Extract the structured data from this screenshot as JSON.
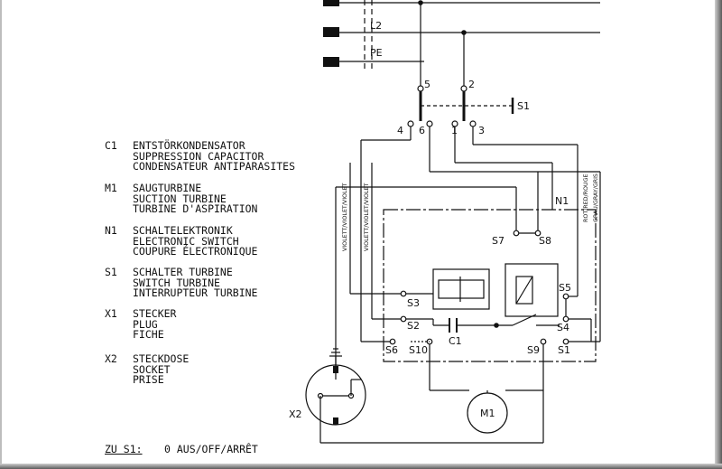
{
  "legend": [
    {
      "code": "C1",
      "lines": [
        "ENTSTÖRKONDENSATOR",
        "SUPPRESSION CAPACITOR",
        "CONDENSATEUR ANTIPARASITES"
      ]
    },
    {
      "code": "M1",
      "lines": [
        "SAUGTURBINE",
        "SUCTION TURBINE",
        "TURBINE D'ASPIRATION"
      ]
    },
    {
      "code": "N1",
      "lines": [
        "SCHALTELEKTRONIK",
        "ELECTRONIC SWITCH",
        "COUPURE ÉLECTRONIQUE"
      ]
    },
    {
      "code": "S1",
      "lines": [
        "SCHALTER TURBINE",
        "SWITCH TURBINE",
        "INTERRUPTEUR TURBINE"
      ]
    },
    {
      "code": "X1",
      "lines": [
        "STECKER",
        "PLUG",
        "FICHE"
      ]
    },
    {
      "code": "X2",
      "lines": [
        "STECKDOSE",
        "SOCKET",
        "PRISE"
      ]
    }
  ],
  "footer": {
    "label": "ZU S1:",
    "value": "0 AUS/OFF/ARRÊT"
  },
  "diagram": {
    "lines": {
      "l2": "L2",
      "pe": "PE"
    },
    "switch": {
      "name": "S1",
      "t5": "5",
      "t2": "2",
      "t4": "4",
      "t6": "6",
      "t1": "1",
      "t3": "3"
    },
    "wires": {
      "violet1": "VIOLETT/VIOLET/VIOLET",
      "violet2": "VIOLETT/VIOLET/VIOLET",
      "red": "ROT/RED/ROUGE",
      "gray": "GRAU/GRAY/GRIS"
    },
    "terminals": {
      "n1": "N1",
      "s7": "S7",
      "s8": "S8",
      "s3": "S3",
      "s5": "S5",
      "s2": "S2",
      "s4": "S4",
      "c1": "C1",
      "s6": "S6",
      "s10": "S10",
      "s9": "S9",
      "s1": "S1"
    },
    "socket": "X2",
    "motor": "M1"
  }
}
